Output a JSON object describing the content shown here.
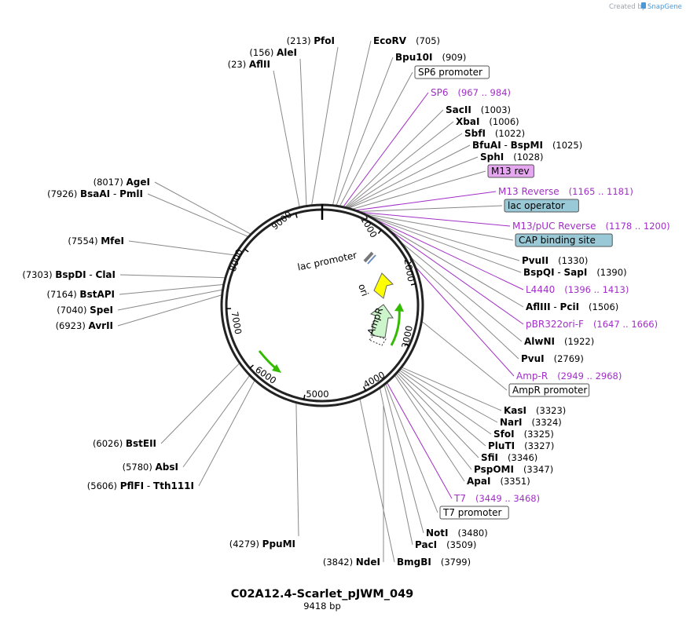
{
  "credit": {
    "prefix": "Created by",
    "brand": "SnapGene"
  },
  "plasmid": {
    "name": "C02A12.4-Scarlet_pJWM_049",
    "length_label": "9418 bp"
  },
  "ticks": [
    "1000",
    "2000",
    "3000",
    "4000",
    "5000",
    "6000",
    "7000",
    "8000",
    "9000"
  ],
  "inner_features": {
    "lac_promoter": "lac promoter",
    "ori": "ori",
    "ampr": "AmpR"
  },
  "right_labels": [
    {
      "kind": "enzyme",
      "name": "EcoRV",
      "pos": "(705)"
    },
    {
      "kind": "enzyme",
      "name": "Bpu10I",
      "pos": "(909)"
    },
    {
      "kind": "box",
      "name": "SP6 promoter",
      "color": "#ffffff"
    },
    {
      "kind": "primer",
      "name": "SP6",
      "pos": "(967 .. 984)"
    },
    {
      "kind": "enzyme",
      "name": "SacII",
      "pos": "(1003)"
    },
    {
      "kind": "enzyme",
      "name": "XbaI",
      "pos": "(1006)"
    },
    {
      "kind": "enzyme",
      "name": "SbfI",
      "pos": "(1022)"
    },
    {
      "kind": "enzyme",
      "name": "BfuAI",
      "name2": "BspMI",
      "pos": "(1025)"
    },
    {
      "kind": "enzyme",
      "name": "SphI",
      "pos": "(1028)"
    },
    {
      "kind": "box",
      "name": "M13 rev",
      "color": "#e5a8f0"
    },
    {
      "kind": "primer",
      "name": "M13 Reverse",
      "pos": "(1165 .. 1181)"
    },
    {
      "kind": "box",
      "name": "lac operator",
      "color": "#99c9d6"
    },
    {
      "kind": "primer",
      "name": "M13/pUC Reverse",
      "pos": "(1178 .. 1200)"
    },
    {
      "kind": "box",
      "name": "CAP binding site",
      "color": "#99c9d6"
    },
    {
      "kind": "enzyme",
      "name": "PvuII",
      "pos": "(1330)"
    },
    {
      "kind": "enzyme",
      "name": "BspQI",
      "name2": "SapI",
      "pos": "(1390)"
    },
    {
      "kind": "primer",
      "name": "L4440",
      "pos": "(1396 .. 1413)"
    },
    {
      "kind": "enzyme",
      "name": "AflIII",
      "name2": "PciI",
      "pos": "(1506)"
    },
    {
      "kind": "primer",
      "name": "pBR322ori-F",
      "pos": "(1647 .. 1666)"
    },
    {
      "kind": "enzyme",
      "name": "AlwNI",
      "pos": "(1922)"
    },
    {
      "kind": "enzyme",
      "name": "PvuI",
      "pos": "(2769)"
    },
    {
      "kind": "primer",
      "name": "Amp-R",
      "pos": "(2949 .. 2968)"
    },
    {
      "kind": "box",
      "name": "AmpR promoter",
      "color": "#ffffff"
    },
    {
      "kind": "enzyme",
      "name": "KasI",
      "pos": "(3323)"
    },
    {
      "kind": "enzyme",
      "name": "NarI",
      "pos": "(3324)"
    },
    {
      "kind": "enzyme",
      "name": "SfoI",
      "pos": "(3325)"
    },
    {
      "kind": "enzyme",
      "name": "PluTI",
      "pos": "(3327)"
    },
    {
      "kind": "enzyme",
      "name": "SfiI",
      "pos": "(3346)"
    },
    {
      "kind": "enzyme",
      "name": "PspOMI",
      "pos": "(3347)"
    },
    {
      "kind": "enzyme",
      "name": "ApaI",
      "pos": "(3351)"
    },
    {
      "kind": "primer",
      "name": "T7",
      "pos": "(3449 .. 3468)"
    },
    {
      "kind": "box",
      "name": "T7 promoter",
      "color": "#ffffff"
    },
    {
      "kind": "enzyme",
      "name": "NotI",
      "pos": "(3480)"
    },
    {
      "kind": "enzyme",
      "name": "PacI",
      "pos": "(3509)"
    },
    {
      "kind": "enzyme",
      "name": "BmgBI",
      "pos": "(3799)"
    }
  ],
  "left_labels": [
    {
      "name": "PfoI",
      "pos": "(213)"
    },
    {
      "name": "AleI",
      "pos": "(156)"
    },
    {
      "name": "AflII",
      "pos": "(23)"
    },
    {
      "name": "AgeI",
      "pos": "(8017)"
    },
    {
      "name": "BsaAI",
      "name2": "PmlI",
      "pos": "(7926)"
    },
    {
      "name": "MfeI",
      "pos": "(7554)"
    },
    {
      "name": "BspDI",
      "name2": "ClaI",
      "pos": "(7303)"
    },
    {
      "name": "BstAPI",
      "pos": "(7164)"
    },
    {
      "name": "SpeI",
      "pos": "(7040)"
    },
    {
      "name": "AvrII",
      "pos": "(6923)"
    },
    {
      "name": "BstEII",
      "pos": "(6026)"
    },
    {
      "name": "AbsI",
      "pos": "(5780)"
    },
    {
      "name": "PflFI",
      "name2": "Tth111I",
      "pos": "(5606)"
    },
    {
      "name": "PpuMI",
      "pos": "(4279)"
    },
    {
      "name": "NdeI",
      "pos": "(3842)"
    }
  ],
  "colors": {
    "primer": "#a12ec7",
    "ori": "#ffff00",
    "ampr": "#ccf5cc",
    "arrow": "#33bb00"
  }
}
